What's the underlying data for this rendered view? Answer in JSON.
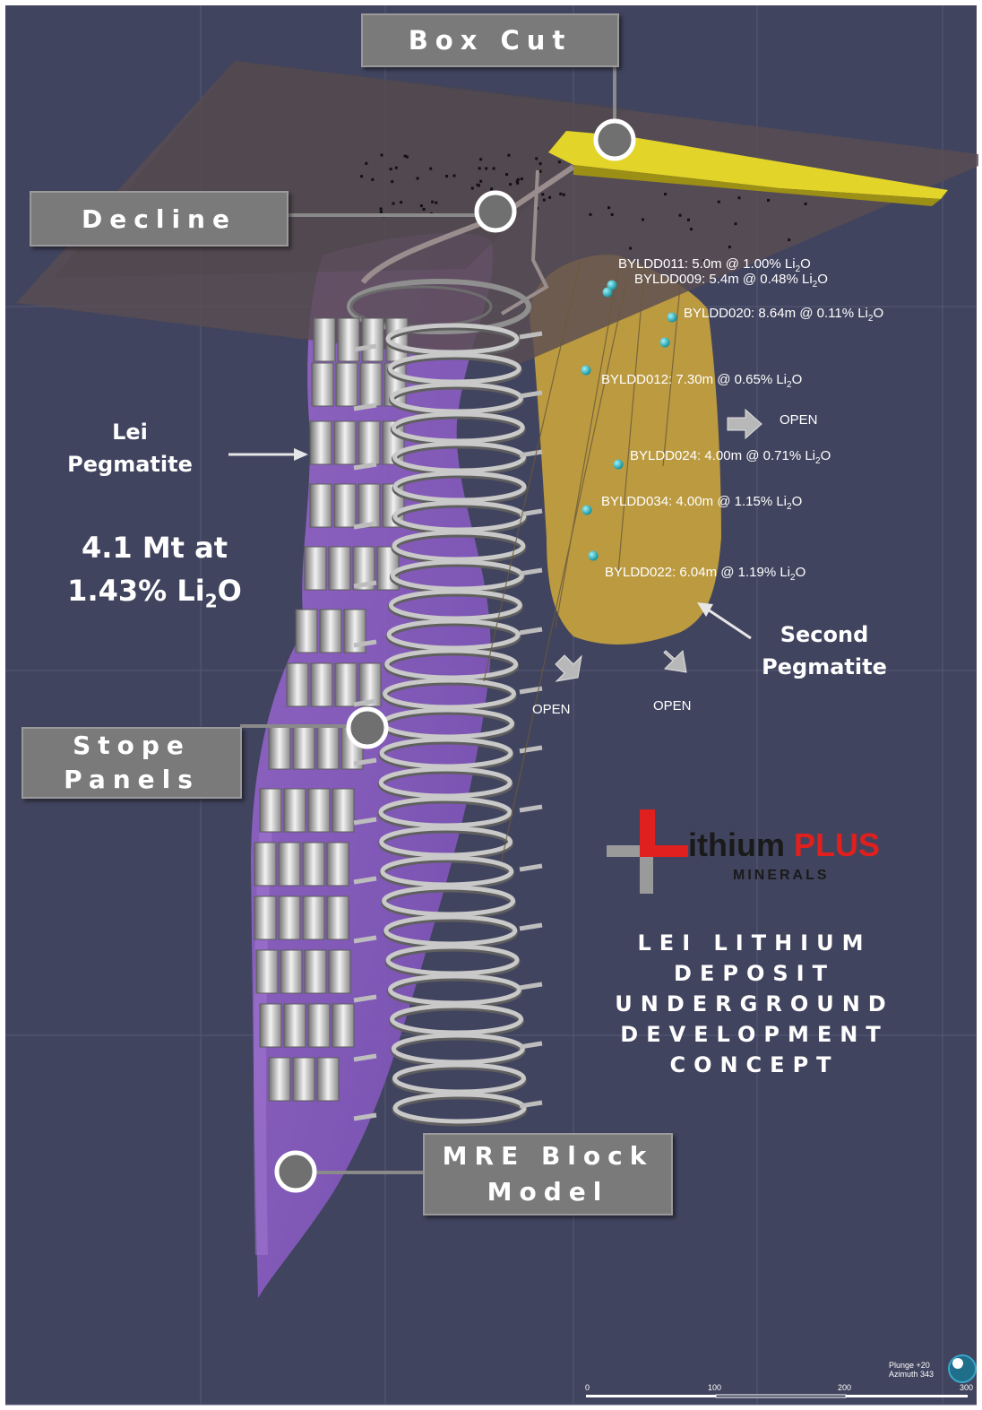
{
  "labels": {
    "box_cut": "Box Cut",
    "decline": "Decline",
    "stope_line1": "Stope",
    "stope_line2": "Panels",
    "mre_line1": "MRE Block",
    "mre_line2": "Model",
    "lei_line1": "Lei",
    "lei_line2": "Pegmatite",
    "second_line1": "Second",
    "second_line2": "Pegmatite"
  },
  "resource": {
    "line1": "4.1 Mt at",
    "line2_prefix": "1.43% Li",
    "line2_sub": "2",
    "line2_suffix": "O"
  },
  "drillholes": [
    {
      "id": "BYLDD011",
      "prefix": "BYLDD011: 5.0m @ 1.00% Li",
      "sub": "2",
      "suffix": "O"
    },
    {
      "id": "BYLDD009",
      "prefix": "BYLDD009: 5.4m @ 0.48% Li",
      "sub": "2",
      "suffix": "O"
    },
    {
      "id": "BYLDD020",
      "prefix": "BYLDD020: 8.64m @ 0.11% Li",
      "sub": "2",
      "suffix": "O"
    },
    {
      "id": "BYLDD012",
      "prefix": "BYLDD012: 7.30m @ 0.65% Li",
      "sub": "2",
      "suffix": "O"
    },
    {
      "id": "BYLDD024",
      "prefix": "BYLDD024: 4.00m @ 0.71% Li",
      "sub": "2",
      "suffix": "O"
    },
    {
      "id": "BYLDD034",
      "prefix": "BYLDD034: 4.00m @ 1.15% Li",
      "sub": "2",
      "suffix": "O"
    },
    {
      "id": "BYLDD022",
      "prefix": "BYLDD022: 6.04m @ 1.19% Li",
      "sub": "2",
      "suffix": "O"
    }
  ],
  "open_label": "OPEN",
  "logo": {
    "word_black": "ithium",
    "word_red": "PLUS",
    "sub": "MINERALS",
    "red": "#e0201e"
  },
  "title": {
    "line1": "LEI LITHIUM",
    "line2": "DEPOSIT",
    "line3": "UNDERGROUND",
    "line4": "DEVELOPMENT",
    "line5": "CONCEPT"
  },
  "view": {
    "plunge": "Plunge +20",
    "azimuth": "Azimuth 343"
  },
  "scale": {
    "ticks": [
      "0",
      "100",
      "200",
      "300"
    ]
  },
  "colors": {
    "background": "#41445e",
    "lei_pegmatite": "#8f5fc4",
    "second_pegmatite": "#c9a43d",
    "box_cut": "#e3d42a",
    "label_box": "#7a7a7a",
    "drill_point": "#29b8c4"
  }
}
